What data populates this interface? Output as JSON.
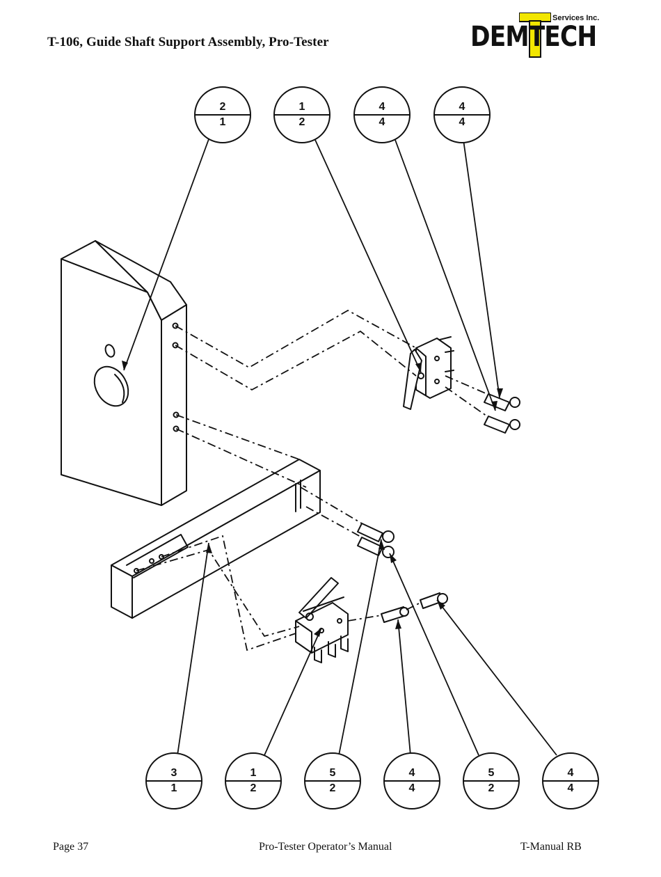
{
  "header": {
    "title": "T-106, Guide Shaft Support Assembly, Pro-Tester",
    "logo": {
      "services_text": "Services Inc.",
      "brand_text": "DEMTECH",
      "accent_color": "#f2e600"
    }
  },
  "callouts_top": [
    {
      "top": "2",
      "bottom": "1"
    },
    {
      "top": "1",
      "bottom": "2"
    },
    {
      "top": "4",
      "bottom": "4"
    },
    {
      "top": "4",
      "bottom": "4"
    }
  ],
  "callouts_bottom": [
    {
      "top": "3",
      "bottom": "1"
    },
    {
      "top": "1",
      "bottom": "2"
    },
    {
      "top": "5",
      "bottom": "2"
    },
    {
      "top": "4",
      "bottom": "4"
    },
    {
      "top": "5",
      "bottom": "2"
    },
    {
      "top": "4",
      "bottom": "4"
    }
  ],
  "footer": {
    "page": "Page 37",
    "manual": "Pro-Tester Operator’s Manual",
    "revision": "T-Manual RB"
  }
}
